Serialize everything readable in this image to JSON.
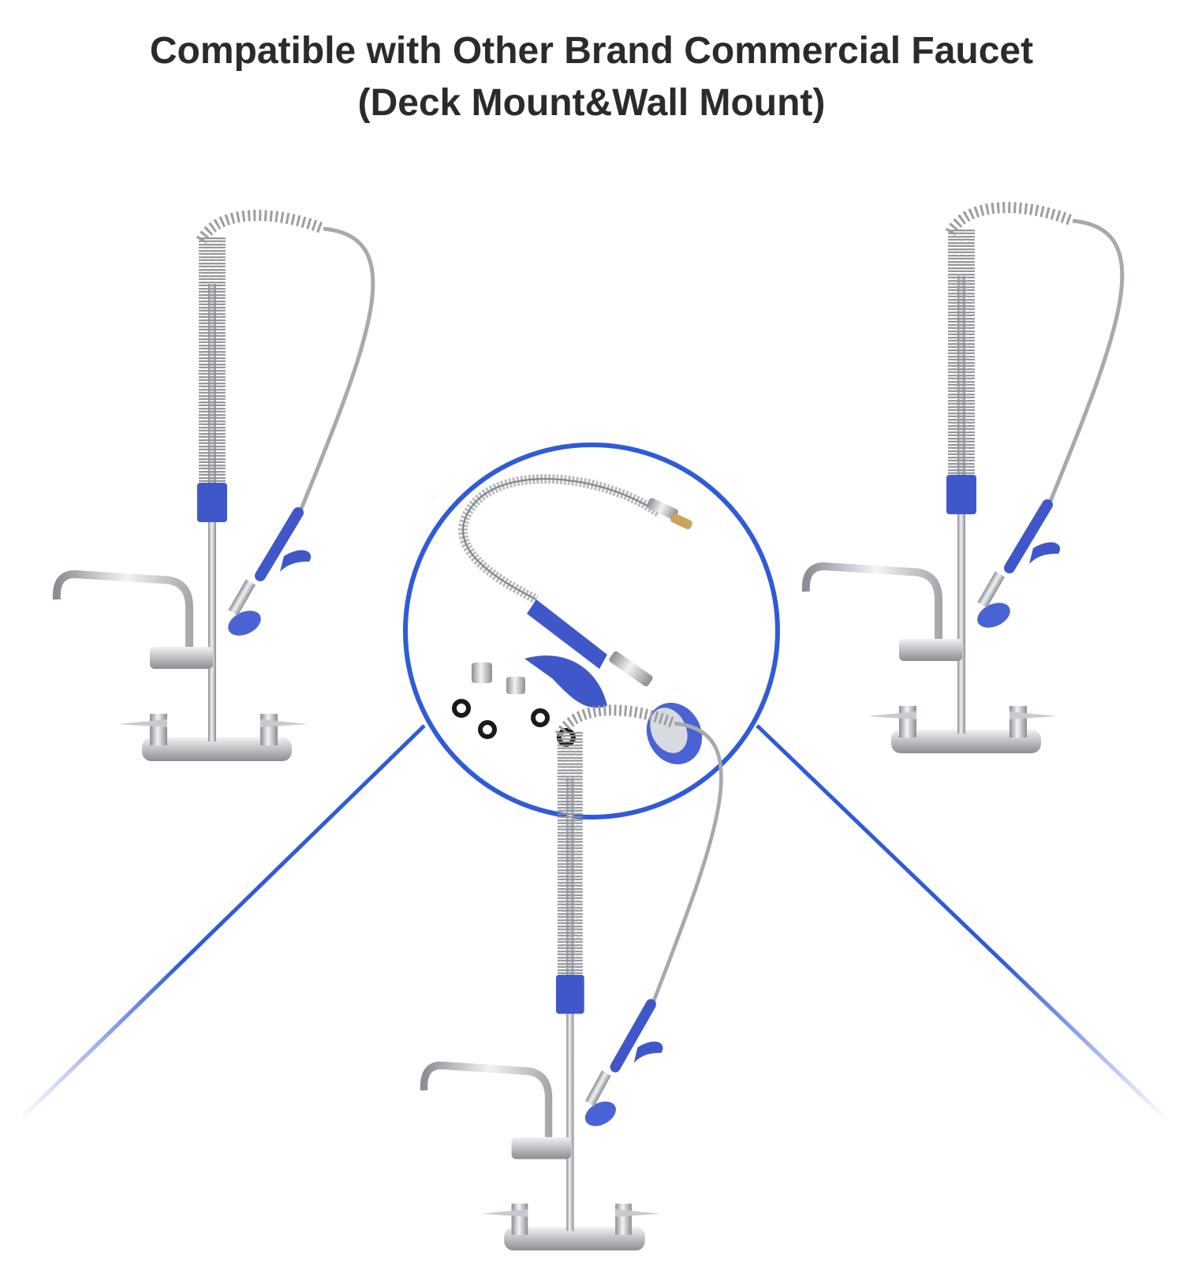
{
  "headline": {
    "line1": "Compatible with Other Brand Commercial Faucet",
    "line2": "(Deck Mount&Wall Mount)"
  },
  "colors": {
    "accent_blue": "#2f5bd8",
    "blue_part": "#3f57c9",
    "chrome": "#b9bcc1",
    "chrome_dark": "#7e8187",
    "text": "#2b2b2b"
  },
  "illustration": {
    "center": "pre-rinse hose and spray valve kit with adapters and washers",
    "left": "deck-mount pre-rinse faucet",
    "right": "wall-mount pre-rinse faucet",
    "bottom": "wall-mount pre-rinse faucet"
  }
}
